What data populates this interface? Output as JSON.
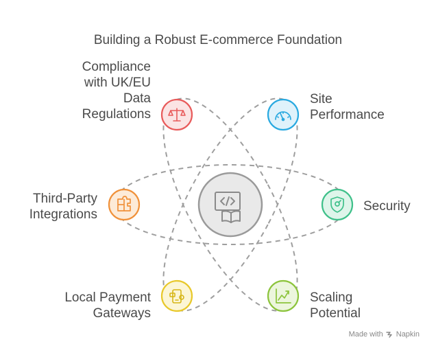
{
  "title": "Building a Robust E-commerce Foundation",
  "nodes": {
    "compliance": {
      "lines": [
        "Compliance",
        "with UK/EU",
        "Data",
        "Regulations"
      ],
      "icon": "scales-balance-icon",
      "color": "#e85a5a",
      "fill": "#fbe4e4"
    },
    "performance": {
      "lines": [
        "Site",
        "Performance"
      ],
      "icon": "speedometer-gauge-icon",
      "color": "#29a9e0",
      "fill": "#dff2fb"
    },
    "integrations": {
      "lines": [
        "Third-Party",
        "Integrations"
      ],
      "icon": "puzzle-pieces-icon",
      "color": "#f0913a",
      "fill": "#fdebd8"
    },
    "security": {
      "lines": [
        "Security"
      ],
      "icon": "shield-icon",
      "color": "#3fc08a",
      "fill": "#def5ea"
    },
    "payments": {
      "lines": [
        "Local Payment",
        "Gateways"
      ],
      "icon": "mobile-payment-icon",
      "color": "#e8c82a",
      "fill": "#fcf6d5"
    },
    "scaling": {
      "lines": [
        "Scaling",
        "Potential"
      ],
      "icon": "growth-chart-icon",
      "color": "#8cc43c",
      "fill": "#ecf6dd"
    }
  },
  "center": {
    "icon": "code-monitor-book-icon",
    "color": "#9a9a9a",
    "fill": "#e9e9e9"
  },
  "branding": {
    "made_with": "Made with",
    "brand": "Napkin"
  }
}
